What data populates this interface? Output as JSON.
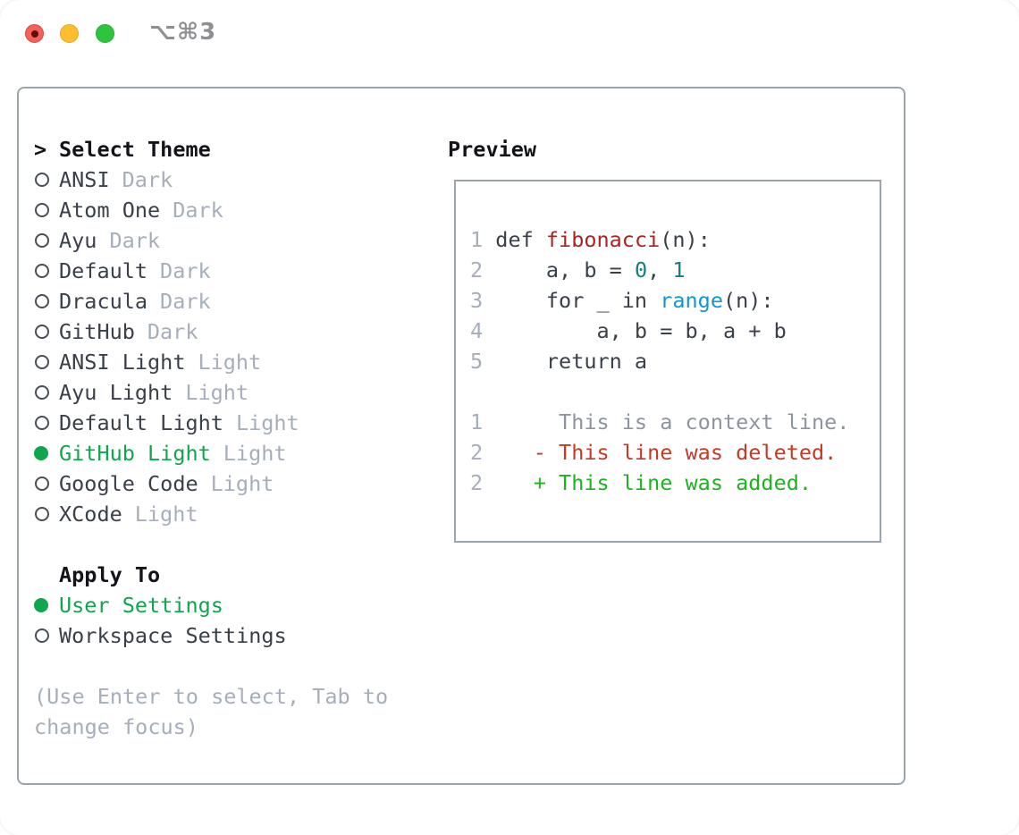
{
  "window": {
    "title": "⌥⌘3",
    "traffic_lights": [
      "close",
      "minimize",
      "zoom"
    ]
  },
  "picker": {
    "header_prefix": ">",
    "header": "Select Theme",
    "items": [
      {
        "name": "ANSI",
        "tag": "Dark",
        "selected": false
      },
      {
        "name": "Atom One",
        "tag": "Dark",
        "selected": false
      },
      {
        "name": "Ayu",
        "tag": "Dark",
        "selected": false
      },
      {
        "name": "Default",
        "tag": "Dark",
        "selected": false
      },
      {
        "name": "Dracula",
        "tag": "Dark",
        "selected": false
      },
      {
        "name": "GitHub",
        "tag": "Dark",
        "selected": false
      },
      {
        "name": "ANSI Light",
        "tag": "Light",
        "selected": false
      },
      {
        "name": "Ayu Light",
        "tag": "Light",
        "selected": false
      },
      {
        "name": "Default Light",
        "tag": "Light",
        "selected": false
      },
      {
        "name": "GitHub Light",
        "tag": "Light",
        "selected": true
      },
      {
        "name": "Google Code",
        "tag": "Light",
        "selected": false
      },
      {
        "name": "XCode",
        "tag": "Light",
        "selected": false
      }
    ],
    "apply_to": {
      "header": "Apply To",
      "options": [
        {
          "name": "User Settings",
          "selected": true
        },
        {
          "name": "Workspace Settings",
          "selected": false
        }
      ]
    },
    "hint_lines": [
      "(Use Enter to select, Tab to",
      "change focus)"
    ]
  },
  "preview": {
    "title": "Preview",
    "lines": [
      {
        "num": "1",
        "tokens": [
          {
            "text": " def ",
            "style": "code"
          },
          {
            "text": "fibonacci",
            "style": "function"
          },
          {
            "text": "(n):",
            "style": "code"
          }
        ]
      },
      {
        "num": "2",
        "tokens": [
          {
            "text": "     a, b = ",
            "style": "code"
          },
          {
            "text": "0",
            "style": "number"
          },
          {
            "text": ", ",
            "style": "code"
          },
          {
            "text": "1",
            "style": "number"
          }
        ]
      },
      {
        "num": "3",
        "tokens": [
          {
            "text": "     for _ in ",
            "style": "code"
          },
          {
            "text": "range",
            "style": "builtin"
          },
          {
            "text": "(n):",
            "style": "code"
          }
        ]
      },
      {
        "num": "4",
        "tokens": [
          {
            "text": "         a, b = b, a + b",
            "style": "code"
          }
        ]
      },
      {
        "num": "5",
        "tokens": [
          {
            "text": "     return a",
            "style": "code"
          }
        ]
      },
      {
        "num": "",
        "tokens": []
      },
      {
        "num": "1",
        "tokens": [
          {
            "text": "      This is a context line.",
            "style": "context"
          }
        ]
      },
      {
        "num": "2",
        "tokens": [
          {
            "text": "    - This line was deleted.",
            "style": "deleted"
          }
        ]
      },
      {
        "num": "2",
        "tokens": [
          {
            "text": "    + This line was added.",
            "style": "added"
          }
        ]
      }
    ]
  },
  "colors": {
    "accent_green": "#0fa64d",
    "function_red": "#a92423",
    "number_teal": "#0f7f81",
    "builtin_blue": "#1793d1",
    "deleted_red": "#c43a24",
    "added_green": "#1db31f",
    "context_gray": "#8d949f",
    "muted_gray": "#a6aebb",
    "text_dark": "#3a4049",
    "heading_black": "#121419",
    "border_gray": "#9ba3ae"
  }
}
